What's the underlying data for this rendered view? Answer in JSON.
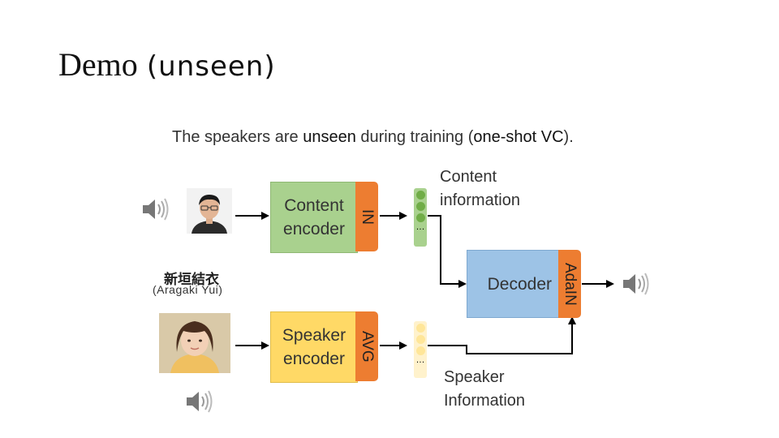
{
  "title": {
    "main": "Demo",
    "suffix": "(unseen)"
  },
  "subtitle": {
    "prefix": "The speakers are ",
    "bold1": "unseen",
    "middle": " during training (",
    "bold2": "one-shot VC",
    "suffix": ")."
  },
  "content_encoder": {
    "label_line1": "Content",
    "label_line2": "encoder",
    "norm": "IN"
  },
  "speaker_encoder": {
    "label_line1": "Speaker",
    "label_line2": "encoder",
    "norm": "AVG"
  },
  "decoder": {
    "label": "Decoder",
    "norm": "AdaIN"
  },
  "content_info": {
    "line1": "Content",
    "line2": "information"
  },
  "speaker_info": {
    "line1": "Speaker",
    "line2": "Information"
  },
  "speaker_name": {
    "cn": "新垣結衣",
    "en": "(Aragaki Yui)"
  },
  "vector_ellipsis": "…",
  "colors": {
    "content_box": "#a9d18e",
    "in_bar": "#ed7d31",
    "speaker_box": "#ffd966",
    "decoder_box": "#9dc3e6",
    "vector_green": "#70ad47",
    "vector_yellow": "#ffe699"
  },
  "icons": [
    "speaker-sound-icon",
    "person-photo"
  ]
}
